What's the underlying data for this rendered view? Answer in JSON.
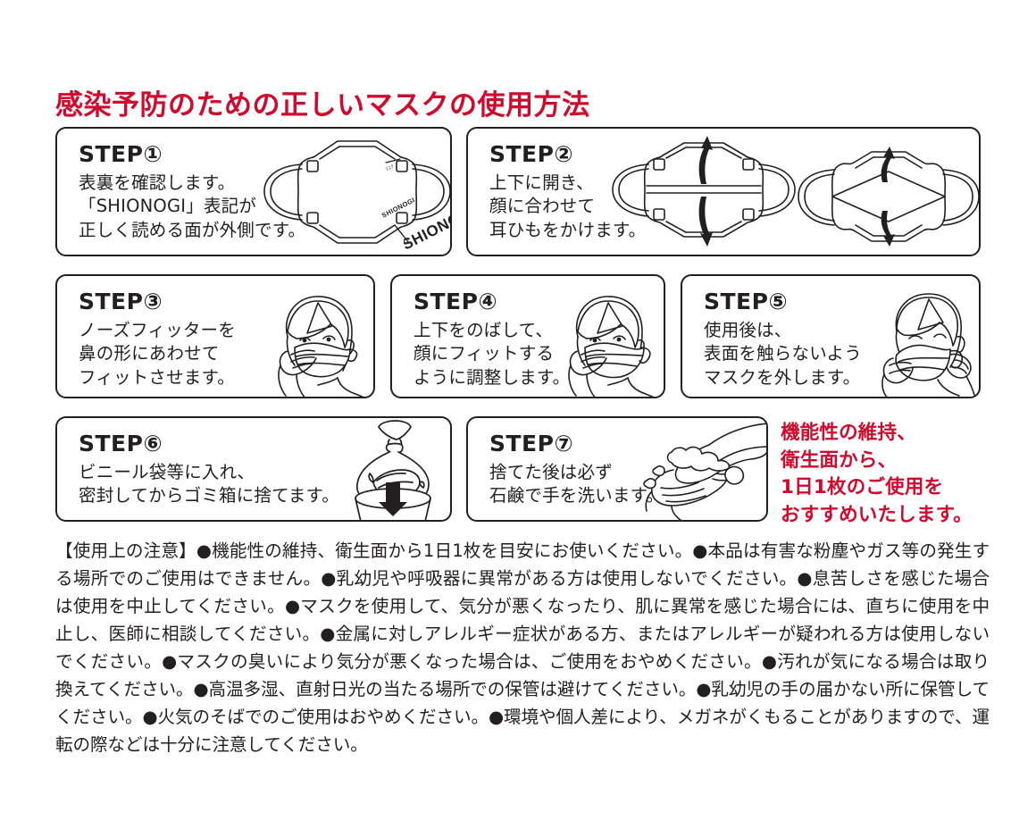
{
  "title": "感染予防のための正しいマスクの使用方法",
  "colors": {
    "red": "#cf0a2c",
    "ink": "#231f20",
    "background": "#ffffff"
  },
  "steps": [
    {
      "label": "STEP①",
      "lines": [
        "表裏を確認します。",
        "「SHIONOGI」表記が",
        "正しく読める面が外側です。"
      ],
      "illustration": "mask-flat-with-shionogi-label",
      "callout": "SHIONOGI"
    },
    {
      "label": "STEP②",
      "lines": [
        "上下に開き、",
        "顔に合わせて",
        "耳ひもをかけます。"
      ],
      "illustration": "mask-expand-arrows-two-views"
    },
    {
      "label": "STEP③",
      "lines": [
        "ノーズフィッターを",
        "鼻の形にあわせて",
        "フィットさせます。"
      ],
      "illustration": "woman-pinching-nose-fitter"
    },
    {
      "label": "STEP④",
      "lines": [
        "上下をのばして、",
        "顔にフィットする",
        "ように調整します。"
      ],
      "illustration": "woman-adjusting-mask"
    },
    {
      "label": "STEP⑤",
      "lines": [
        "使用後は、",
        "表面を触らないよう",
        "マスクを外します。"
      ],
      "illustration": "woman-removing-mask-by-straps"
    },
    {
      "label": "STEP⑥",
      "lines": [
        "ビニール袋等に入れ、",
        "密封してからゴミ箱に捨てます。"
      ],
      "illustration": "mask-in-tied-bag-into-trash-can"
    },
    {
      "label": "STEP⑦",
      "lines": [
        "捨てた後は必ず",
        "石鹸で手を洗います。"
      ],
      "illustration": "washing-hands-with-soap"
    }
  ],
  "red_note": {
    "lines": [
      "機能性の維持、",
      "衛生面から、",
      "1日1枚のご使用を",
      "おすすめいたします。"
    ]
  },
  "caution": {
    "heading": "【使用上の注意】",
    "body": "●機能性の維持、衛生面から1日1枚を目安にお使いください。●本品は有害な粉塵やガス等の発生する場所でのご使用はできません。●乳幼児や呼吸器に異常がある方は使用しないでください。●息苦しさを感じた場合は使用を中止してください。●マスクを使用して、気分が悪くなったり、肌に異常を感じた場合には、直ちに使用を中止し、医師に相談してください。●金属に対しアレルギー症状がある方、またはアレルギーが疑われる方は使用しないでください。●マスクの臭いにより気分が悪くなった場合は、ご使用をおやめください。●汚れが気になる場合は取り換えてください。●高温多湿、直射日光の当たる場所での保管は避けてください。●乳幼児の手の届かない所に保管してください。●火気のそばでのご使用はおやめください。●環境や個人差により、メガネがくもることがありますので、運転の際などは十分に注意してください。"
  }
}
